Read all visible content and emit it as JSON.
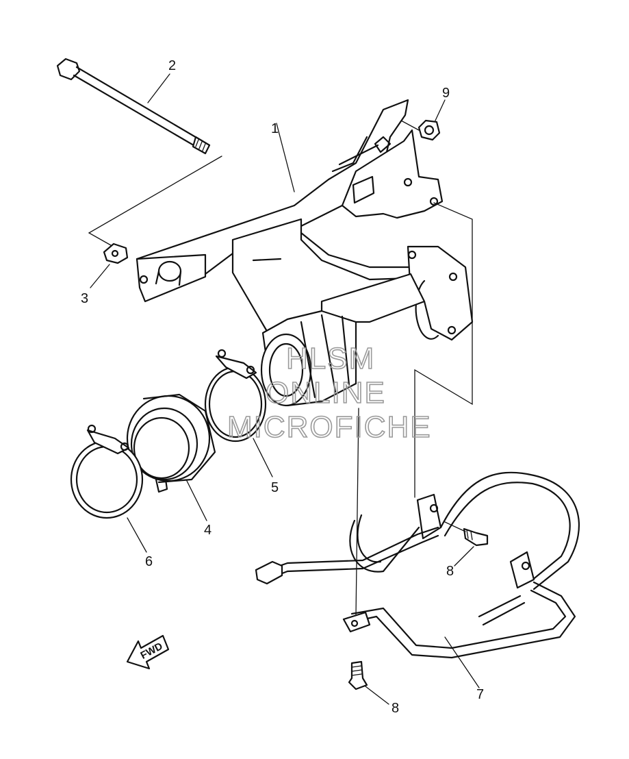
{
  "callouts": {
    "c1": "1",
    "c2": "2",
    "c3": "3",
    "c4": "4",
    "c5": "5",
    "c6": "6",
    "c7": "7",
    "c8a": "8",
    "c8b": "8",
    "c9": "9"
  },
  "direction_label": "FWD",
  "watermark": {
    "line1": "HLSM",
    "line2": "ONLINE",
    "line3": "MICROFICHE"
  }
}
